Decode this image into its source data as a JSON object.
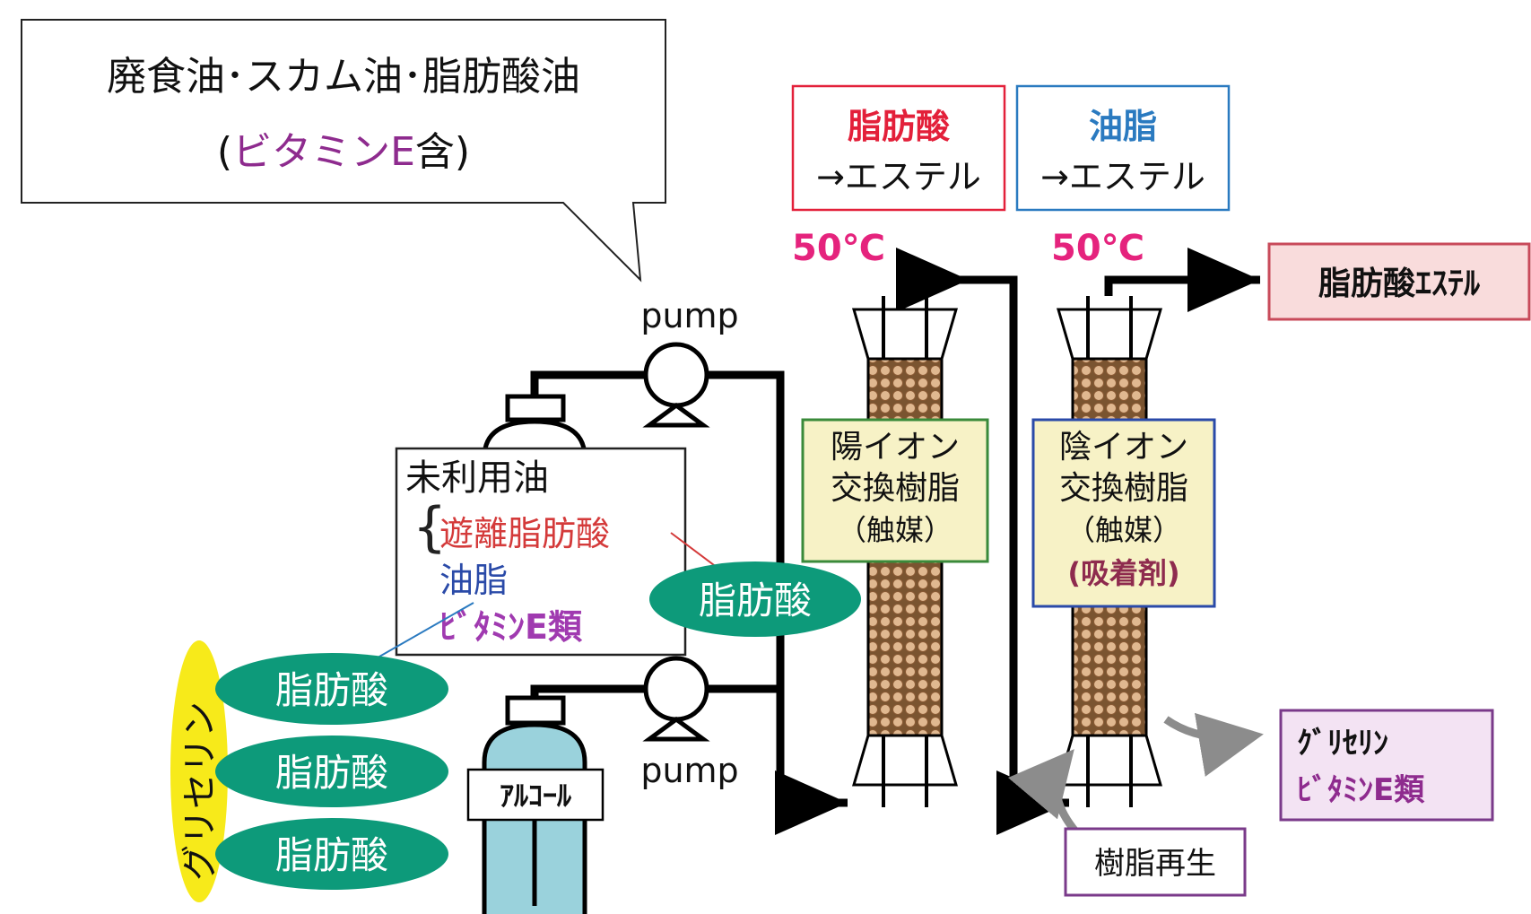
{
  "callout": {
    "line1": "廃食油･スカム油･脂肪酸油",
    "line2_open": "(",
    "line2_highlight": "ビタミンE",
    "line2_rest": "含)"
  },
  "step1": {
    "title": "脂肪酸",
    "subtitle": "→エステル",
    "temp": "50℃"
  },
  "step2": {
    "title": "油脂",
    "subtitle": "→エステル",
    "temp": "50℃"
  },
  "pump_top": "pump",
  "pump_bottom": "pump",
  "feed_box": {
    "title": "未利用油",
    "item1": "遊離脂肪酸",
    "item2": "油脂",
    "item3": "ﾋﾞﾀﾐﾝE類"
  },
  "alcohol_label": "ｱﾙｺｰﾙ",
  "column1": {
    "line1": "陽イオン",
    "line2": "交換樹脂",
    "line3": "（触媒）"
  },
  "column2": {
    "line1": "陰イオン",
    "line2": "交換樹脂",
    "line3": "（触媒）",
    "line4": "(吸着剤)"
  },
  "output_top": "脂肪酸ｴｽﾃﾙ",
  "output_bottom": {
    "line1": "ｸﾞﾘｾﾘﾝ",
    "line2": "ﾋﾞﾀﾐﾝE類"
  },
  "regen_label": "樹脂再生",
  "fatty_acid_free": "脂肪酸",
  "triglyceride": {
    "backbone": "グリセリン",
    "chain1": "脂肪酸",
    "chain2": "脂肪酸",
    "chain3": "脂肪酸"
  },
  "colors": {
    "red": "#e3203a",
    "blue": "#2a7ac0",
    "magenta": "#e5237d",
    "purple": "#8e2b8e",
    "green_pill": "#0d9a7a",
    "yellow_ellipse": "#f7ea1a",
    "col1_border": "#3a8a3a",
    "col2_border": "#2a4aa8",
    "out1_border": "#c84a5a",
    "out2_border": "#7a3a8a",
    "resin": "#a0764a"
  }
}
